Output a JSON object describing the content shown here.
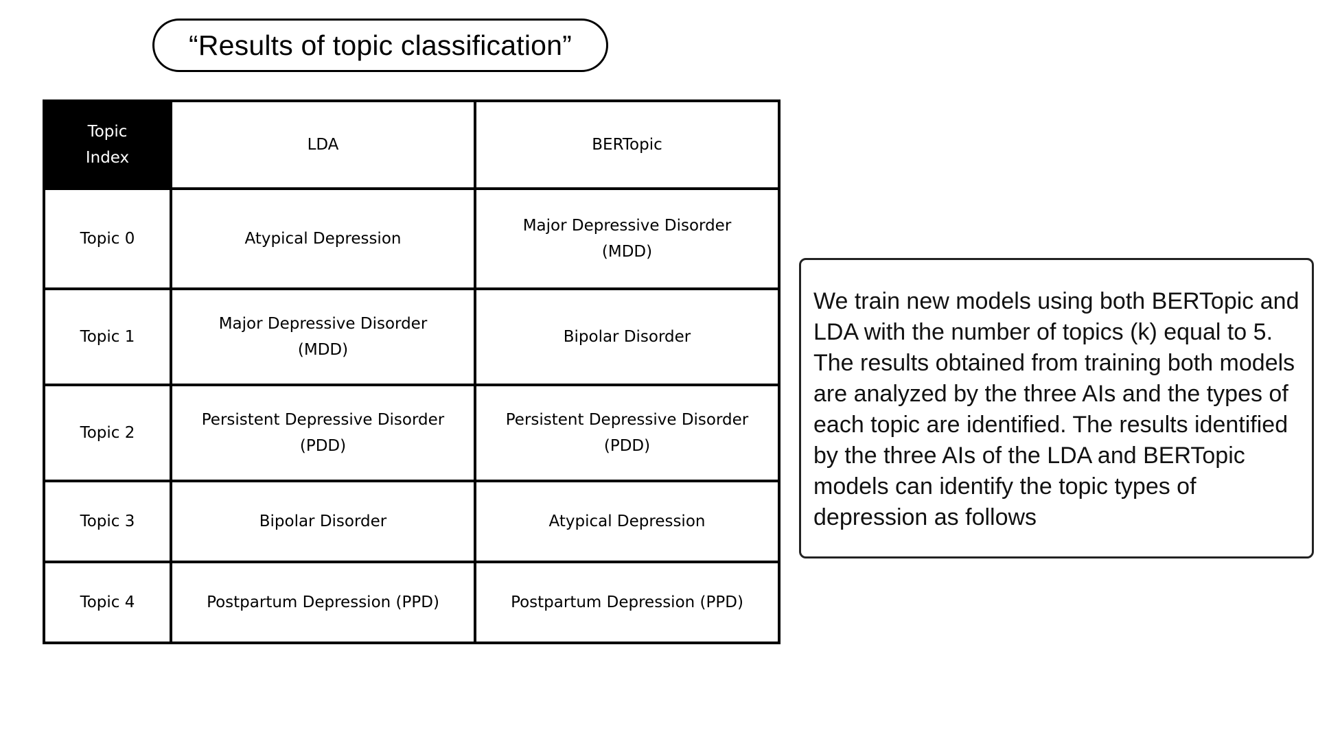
{
  "title": "“Results of topic classification”",
  "table": {
    "headers": [
      "Topic\nIndex",
      "LDA",
      "BERTopic"
    ],
    "rows": [
      {
        "index": "Topic 0",
        "lda": "Atypical Depression",
        "bertopic": "Major Depressive Disorder (MDD)"
      },
      {
        "index": "Topic 1",
        "lda": "Major Depressive Disorder (MDD)",
        "bertopic": "Bipolar Disorder"
      },
      {
        "index": "Topic 2",
        "lda": "Persistent Depressive Disorder (PDD)",
        "bertopic": "Persistent Depressive Disorder (PDD)"
      },
      {
        "index": "Topic 3",
        "lda": "Bipolar Disorder",
        "bertopic": "Atypical Depression"
      },
      {
        "index": "Topic 4",
        "lda": "Postpartum Depression (PPD)",
        "bertopic": "Postpartum Depression (PPD)"
      }
    ]
  },
  "description": "We train new models using both BERTopic and LDA with the number of topics (k) equal to 5. The results obtained from training both models are analyzed by the three AIs and the types of each topic are identified. The results identified by the three AIs of the LDA and BERTopic models can identify the topic types of depression as follows"
}
